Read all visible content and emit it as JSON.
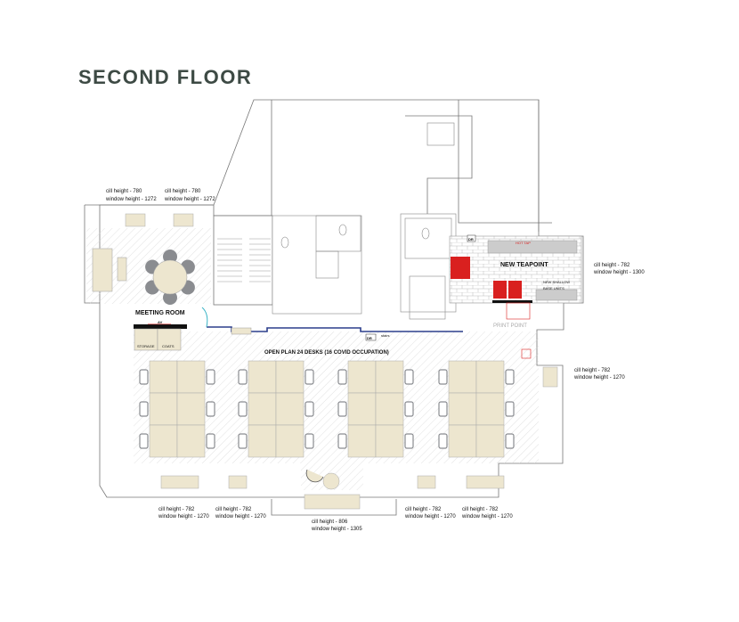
{
  "title": "SECOND FLOOR",
  "rooms": {
    "meeting_room": "MEETING ROOM",
    "av": "AV",
    "storage": "STORAGE",
    "coats": "COATS",
    "open_plan": "OPEN PLAN 24 DESKS (16 COVID OCCUPATION)",
    "teapoint": "NEW TEAPOINT",
    "shallow_units": [
      "NEW SHALLOW",
      "BASE UNITS"
    ],
    "hot_tap": "HOT TAP",
    "print_point": "PRINT POINT",
    "dr1": "DR",
    "dr2": "DR",
    "stairs_label": "stairs"
  },
  "window_notes": [
    {
      "cill": "cill height - 780",
      "window": "window height - 1272"
    },
    {
      "cill": "cill height - 780",
      "window": "window height - 1272"
    },
    {
      "cill": "cill height - 782",
      "window": "window height - 1300"
    },
    {
      "cill": "cill height - 782",
      "window": "window height - 1270"
    },
    {
      "cill": "cill height - 782",
      "window": "window height - 1270"
    },
    {
      "cill": "cill height - 782",
      "window": "window height - 1270"
    },
    {
      "cill": "cill height - 806",
      "window": "window height - 1305"
    },
    {
      "cill": "cill height - 782",
      "window": "window height - 1270"
    },
    {
      "cill": "cill height - 782",
      "window": "window height - 1270"
    }
  ],
  "desk_clusters": 4,
  "colors": {
    "furniture": "#ede6cf",
    "chair": "#8a8c90",
    "accent_red": "#d9201f",
    "wall_blue": "#2c3e8c",
    "title": "#3d4a44"
  }
}
